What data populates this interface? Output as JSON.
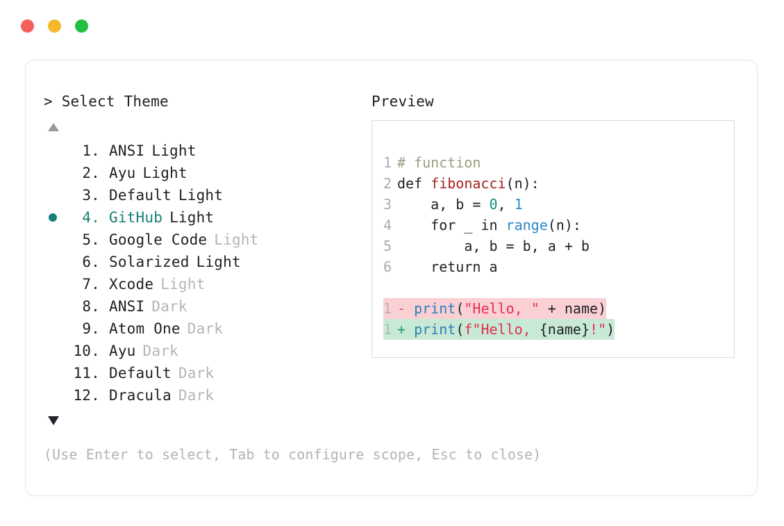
{
  "window": {
    "dots": [
      {
        "name": "close",
        "color": "#f5605a"
      },
      {
        "name": "minimize",
        "color": "#f5b82a"
      },
      {
        "name": "maximize",
        "color": "#22bf42"
      }
    ]
  },
  "prompt": {
    "marker": ">",
    "title": "Select Theme"
  },
  "scroll": {
    "up_icon": "triangle-up",
    "down_icon": "triangle-down"
  },
  "themes": {
    "selected_index": 4,
    "items": [
      {
        "index": "1.",
        "name": "ANSI",
        "variant": "Light",
        "variant_muted": false
      },
      {
        "index": "2.",
        "name": "Ayu",
        "variant": "Light",
        "variant_muted": false
      },
      {
        "index": "3.",
        "name": "Default",
        "variant": "Light",
        "variant_muted": false
      },
      {
        "index": "4.",
        "name": "GitHub",
        "variant": "Light",
        "variant_muted": false
      },
      {
        "index": "5.",
        "name": "Google Code",
        "variant": "Light",
        "variant_muted": true
      },
      {
        "index": "6.",
        "name": "Solarized",
        "variant": "Light",
        "variant_muted": false
      },
      {
        "index": "7.",
        "name": "Xcode",
        "variant": "Light",
        "variant_muted": true
      },
      {
        "index": "8.",
        "name": "ANSI",
        "variant": "Dark",
        "variant_muted": true
      },
      {
        "index": "9.",
        "name": "Atom One",
        "variant": "Dark",
        "variant_muted": true
      },
      {
        "index": "10.",
        "name": "Ayu",
        "variant": "Dark",
        "variant_muted": true
      },
      {
        "index": "11.",
        "name": "Default",
        "variant": "Dark",
        "variant_muted": true
      },
      {
        "index": "12.",
        "name": "Dracula",
        "variant": "Dark",
        "variant_muted": true
      }
    ]
  },
  "preview": {
    "title": "Preview",
    "code_lines": [
      {
        "no": "1",
        "tokens": [
          {
            "t": "# function",
            "c": "comment"
          }
        ]
      },
      {
        "no": "2",
        "tokens": [
          {
            "t": "def ",
            "c": "kw"
          },
          {
            "t": "fibonacci",
            "c": "fn"
          },
          {
            "t": "(n):",
            "c": "plain"
          }
        ]
      },
      {
        "no": "3",
        "tokens": [
          {
            "t": "    a, b = ",
            "c": "plain"
          },
          {
            "t": "0",
            "c": "num0"
          },
          {
            "t": ", ",
            "c": "plain"
          },
          {
            "t": "1",
            "c": "num1"
          }
        ]
      },
      {
        "no": "4",
        "tokens": [
          {
            "t": "    for _ in ",
            "c": "plain"
          },
          {
            "t": "range",
            "c": "builtin"
          },
          {
            "t": "(n):",
            "c": "plain"
          }
        ]
      },
      {
        "no": "5",
        "tokens": [
          {
            "t": "        a, b = b, a + b",
            "c": "plain"
          }
        ]
      },
      {
        "no": "6",
        "tokens": [
          {
            "t": "    return a",
            "c": "plain"
          }
        ]
      }
    ],
    "diff_lines": [
      {
        "no": "1",
        "kind": "removed",
        "sign": "-",
        "tokens": [
          {
            "t": "print",
            "c": "print"
          },
          {
            "t": "(",
            "c": "plain"
          },
          {
            "t": "\"Hello, \"",
            "c": "str"
          },
          {
            "t": " + name)",
            "c": "plain"
          }
        ]
      },
      {
        "no": "1",
        "kind": "added",
        "sign": "+",
        "tokens": [
          {
            "t": "print",
            "c": "print"
          },
          {
            "t": "(",
            "c": "plain"
          },
          {
            "t": "f\"Hello, ",
            "c": "str"
          },
          {
            "t": "{name}",
            "c": "plain"
          },
          {
            "t": "!\"",
            "c": "str"
          },
          {
            "t": ")",
            "c": "plain"
          }
        ]
      }
    ]
  },
  "hint": {
    "text": "(Use Enter to select, Tab to configure scope, Esc to close)"
  }
}
